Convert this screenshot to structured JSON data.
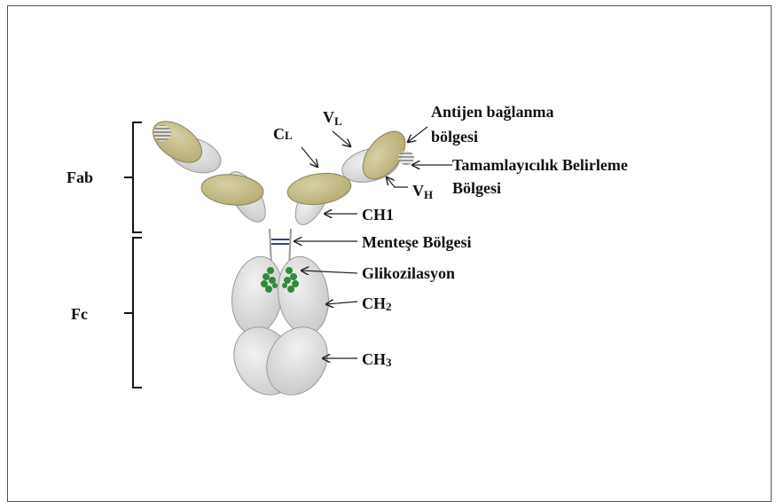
{
  "regions": {
    "fab": "Fab",
    "fc": "Fc"
  },
  "labels": {
    "cl_main": "C",
    "cl_sub": "L",
    "vl_main": "V",
    "vl_sub": "L",
    "vh_main": "V",
    "vh_sub": "H",
    "antigen_line1": "Antijen bağlanma",
    "antigen_line2": "bölgesi",
    "cdr_line1": "Tamamlayıcılık Belirleme",
    "cdr_line2": "Bölgesi",
    "ch1": "CH1",
    "hinge": "Menteşe Bölgesi",
    "glyco": "Glikozilasyon",
    "ch2_main": "CH",
    "ch2_sub": "2",
    "ch3_main": "CH",
    "ch3_sub": "3"
  },
  "colors": {
    "heavy_chain": "#d9d9d9",
    "light_chain": "#c8bf8f",
    "glycan": "#2e8b3a",
    "hinge_bond": "#2c3e8c",
    "outline": "#9a9a9a"
  }
}
